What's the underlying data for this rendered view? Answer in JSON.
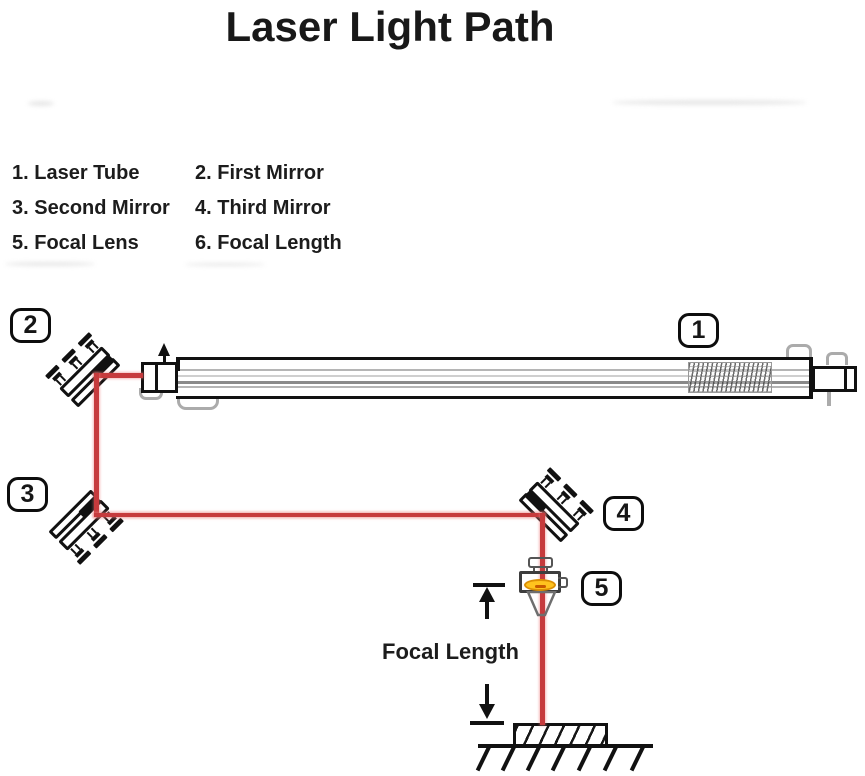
{
  "title": "Laser Light Path",
  "legend": {
    "items": [
      "1. Laser Tube",
      "2. First Mirror",
      "3. Second Mirror",
      "4. Third Mirror",
      "5. Focal Lens",
      "6. Focal Length"
    ]
  },
  "diagram": {
    "callouts": {
      "laser_tube": "1",
      "first_mirror": "2",
      "second_mirror": "3",
      "third_mirror": "4",
      "focal_lens": "5"
    },
    "focal_length_label": "Focal Length",
    "colors": {
      "laser_beam": "#c63b3d",
      "lens_fill": "#ffc31e",
      "outline": "#111111"
    }
  }
}
